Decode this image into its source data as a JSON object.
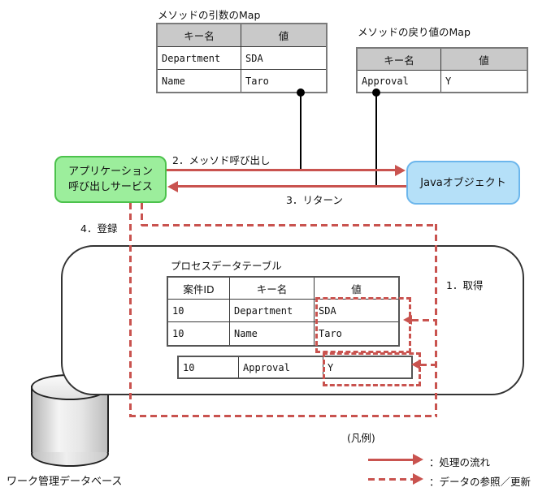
{
  "diagram": {
    "args_map": {
      "title": "メソッドの引数のMap",
      "headers": [
        "キー名",
        "値"
      ],
      "rows": [
        [
          "Department",
          "SDA"
        ],
        [
          "Name",
          "Taro"
        ]
      ]
    },
    "return_map": {
      "title": "メソッドの戻り値のMap",
      "headers": [
        "キー名",
        "値"
      ],
      "rows": [
        [
          "Approval",
          "Y"
        ]
      ]
    },
    "app_service_box": {
      "label_line1": "アプリケーション",
      "label_line2": "呼び出しサービス"
    },
    "java_box": {
      "label": "Javaオブジェクト"
    },
    "flow_labels": {
      "step1": "1．取得",
      "step2": "2．メッソド呼び出し",
      "step3": "3．リターン",
      "step4": "4．登録"
    },
    "process_table": {
      "title": "プロセスデータテーブル",
      "headers": [
        "案件ID",
        "キー名",
        "値"
      ],
      "rows": [
        [
          "10",
          "Department",
          "SDA"
        ],
        [
          "10",
          "Name",
          "Taro"
        ]
      ]
    },
    "process_table_extra_row": [
      "10",
      "Approval",
      "Y"
    ],
    "database": {
      "label": "ワーク管理データベース"
    },
    "legend": {
      "title": "(凡例)",
      "solid_label": "：処理の流れ",
      "dashed_label": "：データの参照／更新"
    },
    "colors": {
      "flow_red": "#c9534f",
      "green_fill": "#9cee9c",
      "green_border": "#4cc24c",
      "blue_fill": "#b5e0f8",
      "blue_border": "#6cb6ec",
      "table_header_gray": "#c9c9c9"
    }
  }
}
